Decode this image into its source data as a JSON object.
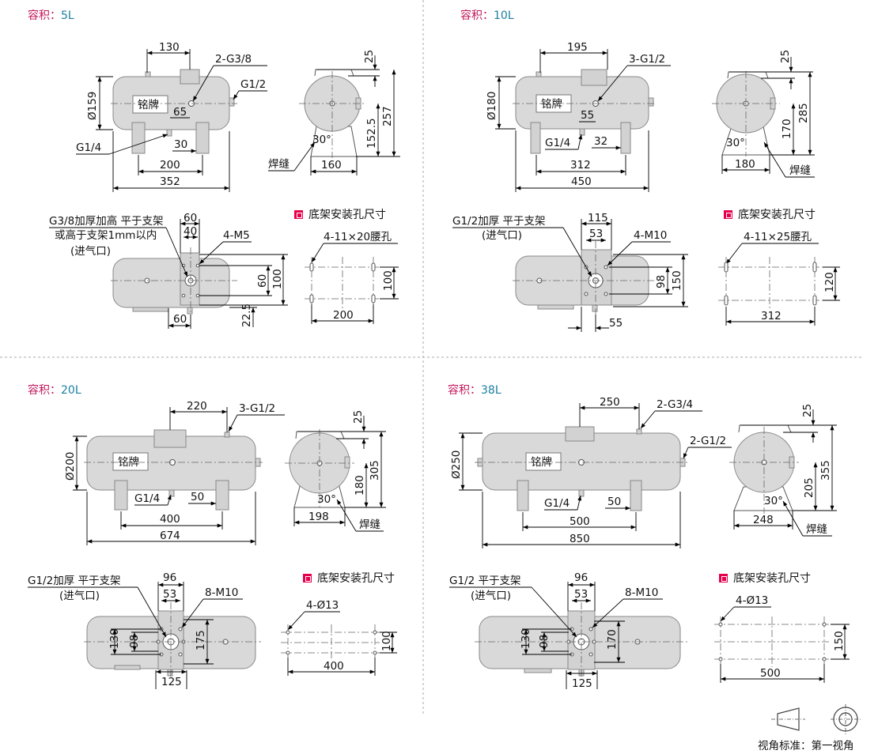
{
  "captions": [
    {
      "label": "容积：",
      "value": "5L"
    },
    {
      "label": "容积：",
      "value": "10L"
    },
    {
      "label": "容积：",
      "value": "20L"
    },
    {
      "label": "容积：",
      "value": "38L"
    }
  ],
  "legend": "底架安装孔尺寸",
  "nameplate": "铭牌",
  "weld": "焊缝",
  "angle": "30°",
  "view_standard": "视角标准：第一视角",
  "t5": {
    "d130": "130",
    "port1": "2-G3/8",
    "port2": "G1/2",
    "dia": "Ø159",
    "d65": "65",
    "g14": "G1/4",
    "d30": "30",
    "d200": "200",
    "d352": "352",
    "d25": "25",
    "d257": "257",
    "d152": "152.5",
    "d160": "160",
    "inlet1": "G3/8加厚加高 平于支架",
    "inlet2": "或高于支架1mm以内",
    "inlet3": "(进气口)",
    "d60a": "60",
    "d40": "40",
    "m": "4-M5",
    "d60b": "60",
    "d100a": "100",
    "d225": "22.5",
    "d60c": "60",
    "hole": "4-11×20腰孔",
    "h100": "100",
    "h200": "200"
  },
  "t10": {
    "d195": "195",
    "port1": "3-G1/2",
    "dia": "Ø180",
    "d55": "55",
    "g14": "G1/4",
    "d32": "32",
    "d312": "312",
    "d450": "450",
    "d25": "25",
    "d285": "285",
    "d170": "170",
    "d180": "180",
    "inlet1": "G1/2加厚 平于支架",
    "inlet2": "(进气口)",
    "d115": "115",
    "d53": "53",
    "m": "4-M10",
    "d98": "98",
    "d150": "150",
    "d55b": "55",
    "hole": "4-11×25腰孔",
    "h120": "120",
    "h312": "312"
  },
  "t20": {
    "d220": "220",
    "port1": "3-G1/2",
    "dia": "Ø200",
    "g14": "G1/4",
    "d50": "50",
    "d400": "400",
    "d674": "674",
    "d25": "25",
    "d305": "305",
    "d180": "180",
    "d198": "198",
    "inlet1": "G1/2加厚 平于支架",
    "inlet2": "(进气口)",
    "d96": "96",
    "d53": "53",
    "m": "8-M10",
    "d130": "130",
    "d98": "98",
    "d175": "175",
    "d125": "125",
    "hole": "4-Ø13",
    "h100": "100",
    "h400": "400"
  },
  "t38": {
    "d250": "250",
    "port1": "2-G3/4",
    "port2": "2-G1/2",
    "dia": "Ø250",
    "g14": "G1/4",
    "d50": "50",
    "d500": "500",
    "d850": "850",
    "d25": "25",
    "d355": "355",
    "d205": "205",
    "d248": "248",
    "inlet1": "G1/2 平于支架",
    "inlet2": "(进气口)",
    "d96": "96",
    "d53": "53",
    "m": "8-M10",
    "d130": "130",
    "d98": "98",
    "d170": "170",
    "d125": "125",
    "hole": "4-Ø13",
    "h150": "150",
    "h500": "500"
  }
}
